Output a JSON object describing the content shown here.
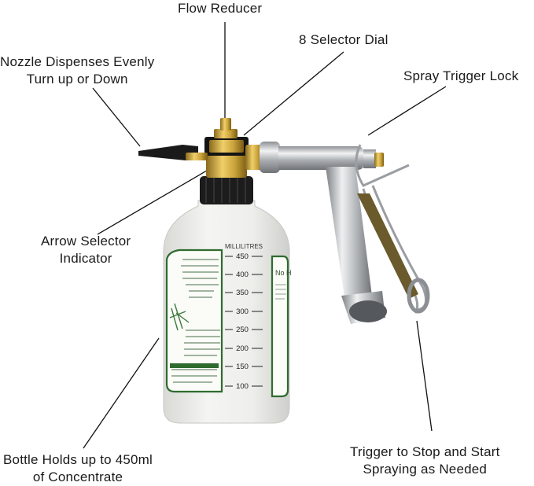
{
  "callouts": {
    "flow_reducer": "Flow Reducer",
    "selector_dial": "8 Selector Dial",
    "nozzle_line1": "Nozzle Dispenses Evenly",
    "nozzle_line2": "Turn up or Down",
    "trigger_lock": "Spray Trigger Lock",
    "arrow_line1": "Arrow Selector",
    "arrow_line2": "Indicator",
    "bottle_line1": "Bottle Holds up to 450ml",
    "bottle_line2": "of Concentrate",
    "trigger_line1": "Trigger to Stop and Start",
    "trigger_line2": "Spraying as Needed"
  },
  "bottle": {
    "scale_title": "MILLILITRES",
    "scale_marks": [
      "450",
      "400",
      "350",
      "300",
      "250",
      "200",
      "150",
      "100"
    ],
    "side_label_title": "No H"
  },
  "colors": {
    "brass": "#c9a33a",
    "chrome": "#b9bcc0",
    "bottle": "#eeeeec",
    "label_green": "#2f6b2f"
  }
}
